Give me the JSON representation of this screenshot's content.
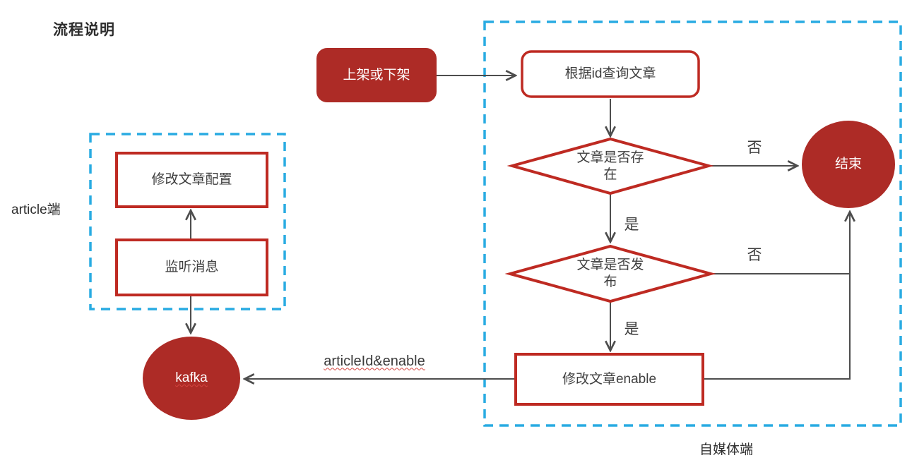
{
  "title": "流程说明",
  "colors": {
    "node_fill_red": "#AD2B26",
    "node_border_red": "#BE2A22",
    "group_border_cyan": "#29ABE2",
    "edge_gray": "#4D4D4D",
    "text_dark": "#3D3D3D"
  },
  "groups": {
    "article": {
      "label": "article端"
    },
    "wemedia": {
      "label": "自媒体端"
    }
  },
  "nodes": {
    "start": {
      "label": "上架或下架"
    },
    "query_article": {
      "label": "根据id查询文章"
    },
    "article_exists": {
      "label": "文章是否存在"
    },
    "article_published": {
      "label": "文章是否发布"
    },
    "end": {
      "label": "结束"
    },
    "modify_enable": {
      "label": "修改文章enable"
    },
    "kafka": {
      "label": "kafka"
    },
    "modify_config": {
      "label": "修改文章配置"
    },
    "listen_message": {
      "label": "监听消息"
    }
  },
  "edge_labels": {
    "exists_no": "否",
    "exists_yes": "是",
    "published_no": "否",
    "published_yes": "是",
    "kafka_payload": "articleId&enable"
  }
}
